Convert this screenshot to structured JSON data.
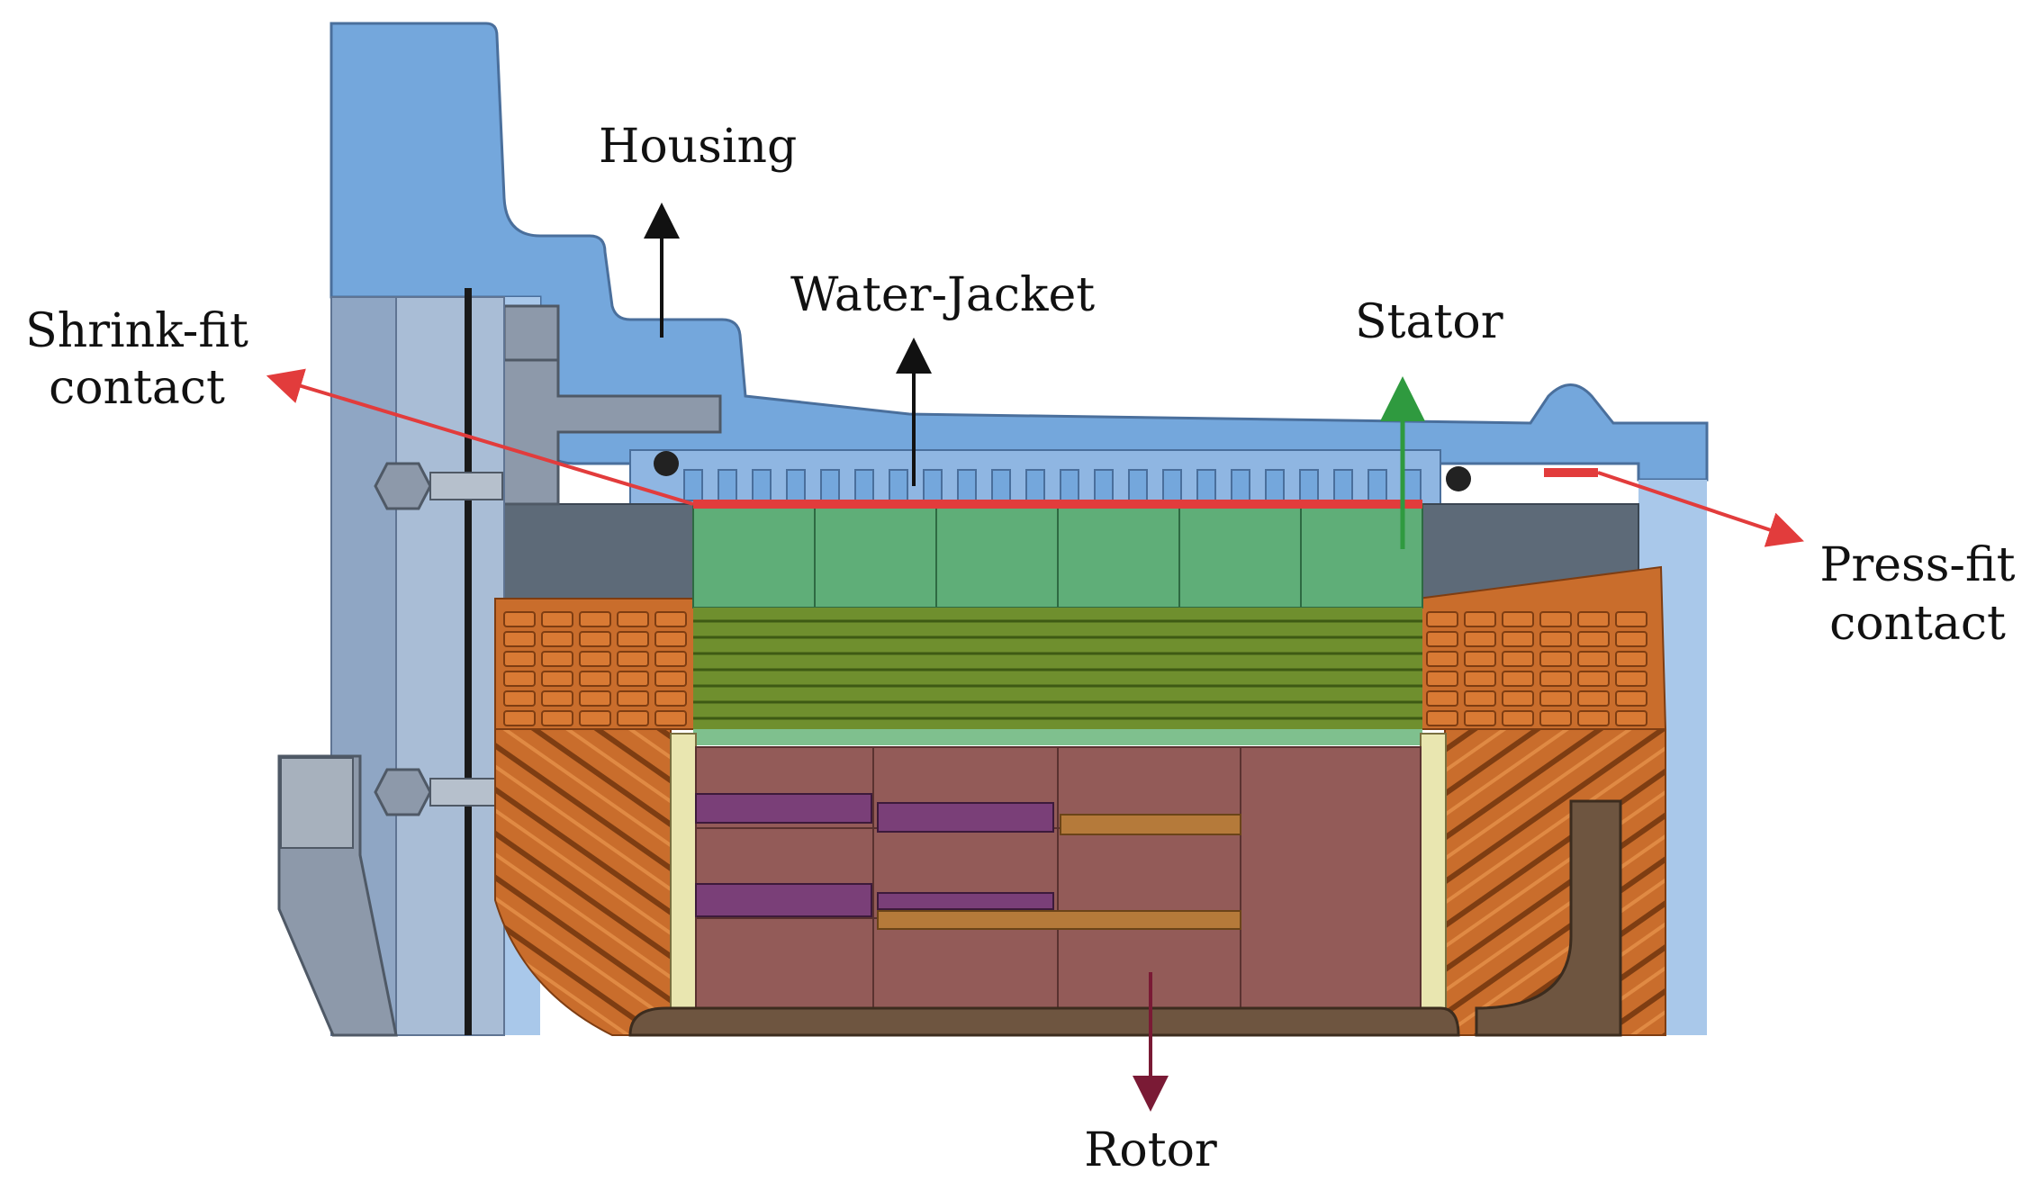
{
  "labels": {
    "housing": "Housing",
    "water_jacket": "Water-Jacket",
    "stator": "Stator",
    "shrink_fit_line1": "Shrink-fit",
    "shrink_fit_line2": "contact",
    "press_fit_line1": "Press-fit",
    "press_fit_line2": "contact",
    "rotor": "Rotor"
  },
  "colors": {
    "housing": "#74a7dc",
    "housing_light": "#a9c8ea",
    "housing_dark": "#4a6f9c",
    "plate_grey": "#8d99aa",
    "stator_core": "#5fae78",
    "stator_teeth": "#6f8f2e",
    "copper": "#c96d2c",
    "copper_dark": "#7e3d12",
    "rotor": "#935b58",
    "rotor_shaft": "#6e5540",
    "magnet": "#7a3f78",
    "bar": "#b57a3a",
    "contact_red": "#e23c3c",
    "arrow_black": "#111111",
    "arrow_green": "#2f9a3f",
    "arrow_maroon": "#7a1a35"
  },
  "icons": {
    "housing_arrow": "arrow-up-icon",
    "water_jacket_arrow": "arrow-up-icon",
    "stator_arrow": "arrow-up-icon",
    "rotor_arrow": "arrow-down-icon",
    "shrink_fit_arrow": "arrow-left-icon",
    "press_fit_arrow": "arrow-right-icon"
  }
}
